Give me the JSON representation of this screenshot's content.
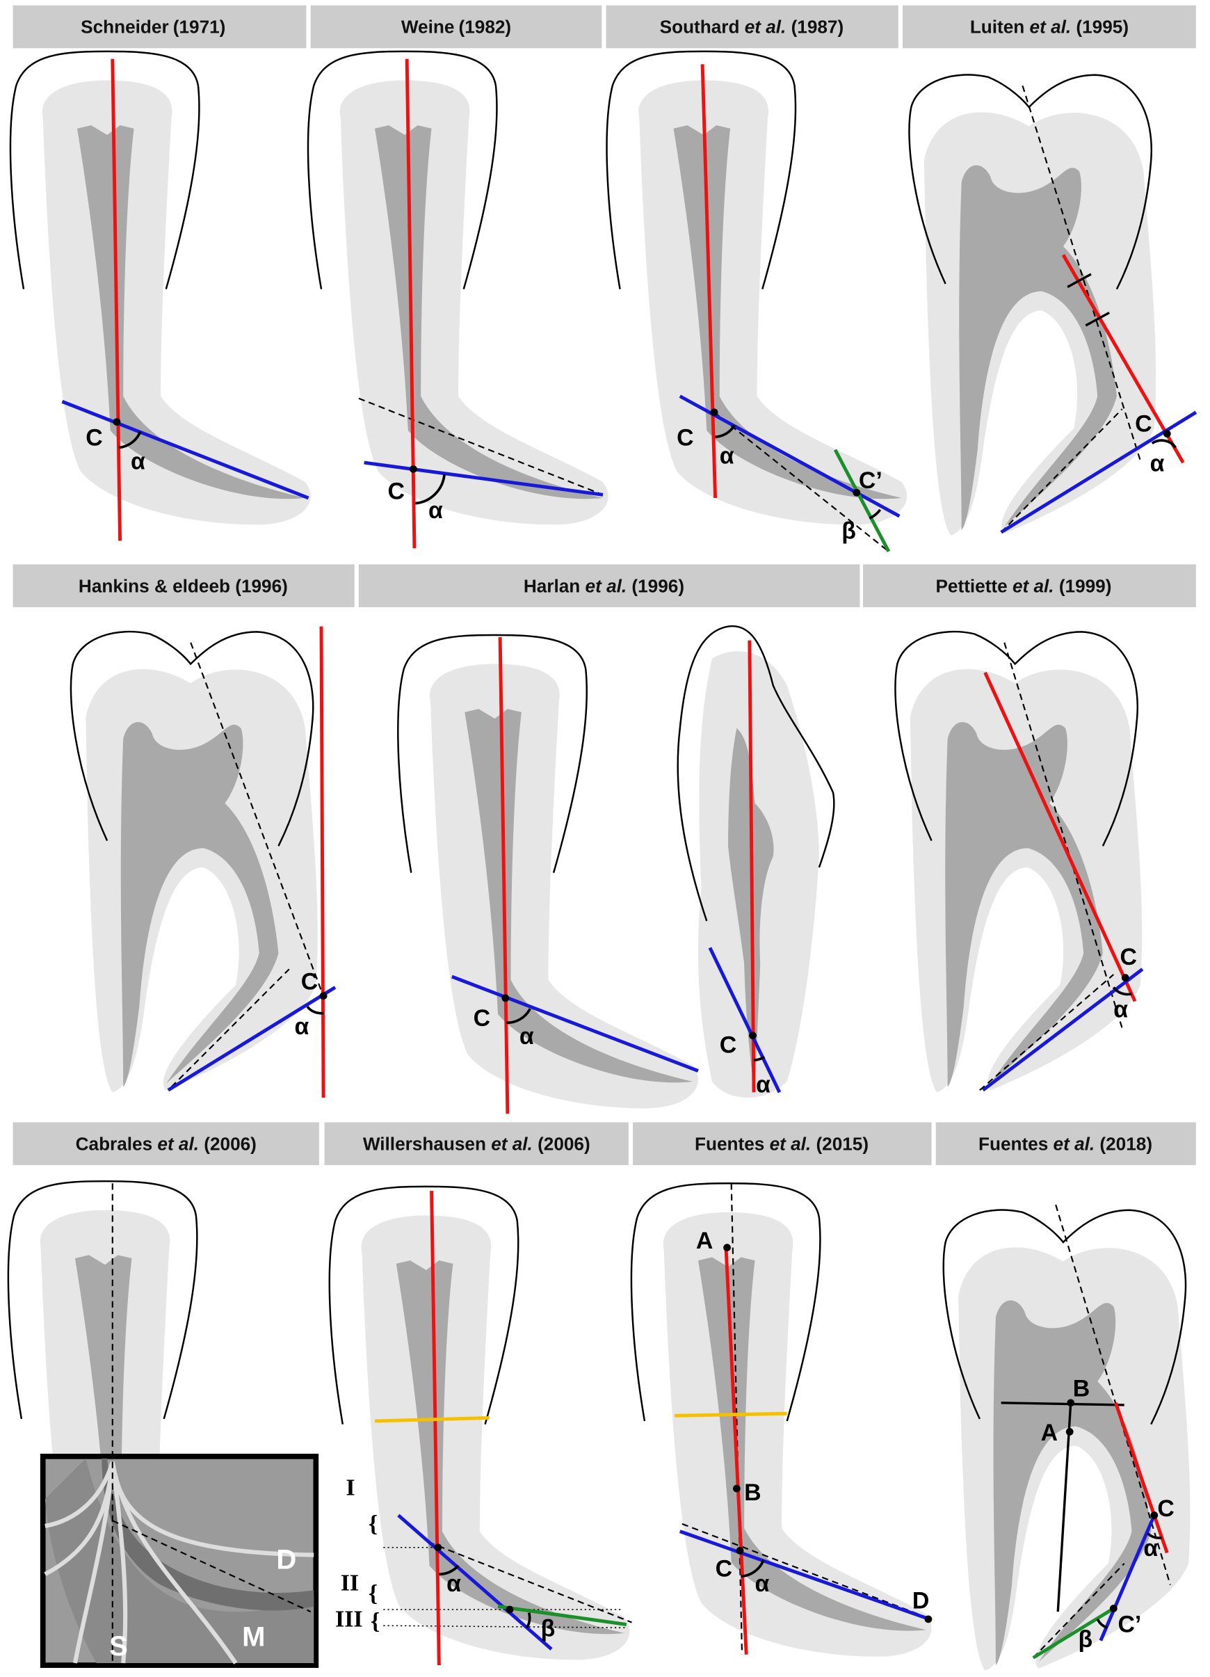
{
  "headers": [
    {
      "name": "Schneider",
      "etal": "",
      "year": "(1971)"
    },
    {
      "name": "Weine",
      "etal": "",
      "year": "(1982)"
    },
    {
      "name": "Southard ",
      "etal": "et al.",
      "year": " (1987)"
    },
    {
      "name": "Luiten ",
      "etal": "et al.",
      "year": " (1995)"
    },
    {
      "name": "Hankins & eldeeb",
      "etal": "",
      "year": " (1996)"
    },
    {
      "name": "Harlan ",
      "etal": "et al.",
      "year": " (1996)"
    },
    {
      "name": "Pettiette ",
      "etal": "et al.",
      "year": " (1999)"
    },
    {
      "name": "Cabrales ",
      "etal": "et al.",
      "year": " (2006)"
    },
    {
      "name": "Willershausen ",
      "etal": "et al.",
      "year": " (2006)"
    },
    {
      "name": "Fuentes ",
      "etal": "et al.",
      "year": " (2015)"
    },
    {
      "name": "Fuentes ",
      "etal": "et al.",
      "year": " (2018)"
    }
  ],
  "labels": {
    "C": "C",
    "Cp": "C’",
    "alpha": "α",
    "beta": "β",
    "A": "A",
    "B": "B",
    "D": "D",
    "S": "S",
    "M": "M",
    "I": "I",
    "II": "II",
    "III": "III",
    "brace": "{"
  },
  "colors": {
    "red": "#ee1111",
    "blue": "#1818d8",
    "green": "#1a8f2a",
    "yellow": "#f5c000",
    "header": "#cccccc"
  }
}
